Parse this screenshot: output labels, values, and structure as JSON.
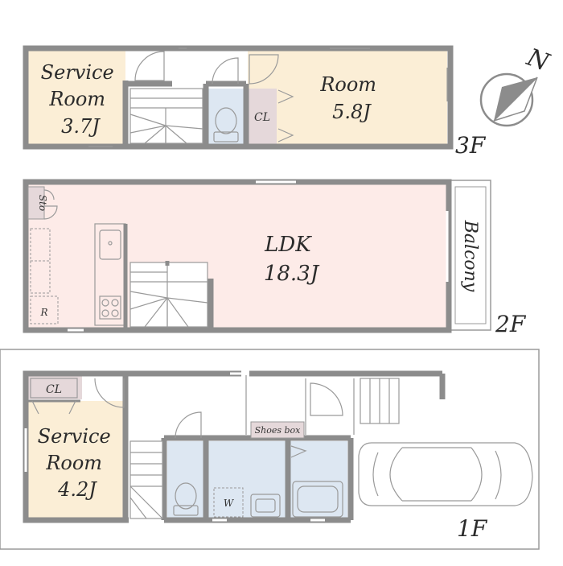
{
  "colors": {
    "wall": "#8c8c8c",
    "service_room": "#fbeed6",
    "ldk": "#fdebe8",
    "wet_area": "#dde7f2",
    "closet": "#e5d8da",
    "parking": "#ffffff"
  },
  "floor3": {
    "label": "3F",
    "service_room": {
      "line1": "Service",
      "line2": "Room",
      "line3": "3.7J"
    },
    "room": {
      "line1": "Room",
      "line2": "5.8J"
    },
    "closet": "CL"
  },
  "floor2": {
    "label": "2F",
    "ldk": {
      "line1": "LDK",
      "line2": "18.3J"
    },
    "storage": "Sto",
    "balcony": "Balcony",
    "refrigerator": "R"
  },
  "floor1": {
    "label": "1F",
    "closet": "CL",
    "service_room": {
      "line1": "Service",
      "line2": "Room",
      "line3": "4.2J"
    },
    "shoes_box": "Shoes box",
    "washer": "W"
  },
  "compass": {
    "north": "N"
  }
}
